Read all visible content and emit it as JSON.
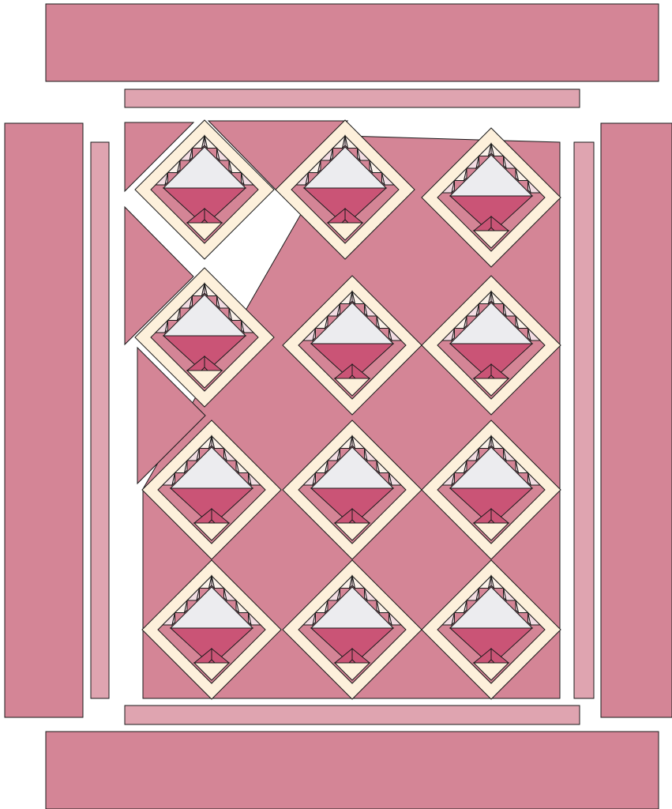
{
  "diagram": {
    "kind": "quilt-layout",
    "block_pattern": "basket-on-point",
    "grid": {
      "columns": 3,
      "rows": 4
    },
    "blocks": [
      {
        "row": 1,
        "col": 1,
        "shifted": true
      },
      {
        "row": 1,
        "col": 2,
        "shifted": true
      },
      {
        "row": 1,
        "col": 3,
        "shifted": false
      },
      {
        "row": 2,
        "col": 1,
        "shifted": true
      },
      {
        "row": 2,
        "col": 2,
        "shifted": false
      },
      {
        "row": 2,
        "col": 3,
        "shifted": false
      },
      {
        "row": 3,
        "col": 1,
        "shifted": false
      },
      {
        "row": 3,
        "col": 2,
        "shifted": false
      },
      {
        "row": 3,
        "col": 3,
        "shifted": false
      },
      {
        "row": 4,
        "col": 1,
        "shifted": false
      },
      {
        "row": 4,
        "col": 2,
        "shifted": false
      },
      {
        "row": 4,
        "col": 3,
        "shifted": false
      }
    ],
    "borders": [
      "outer-top",
      "inner-top",
      "outer-left",
      "inner-left",
      "inner-right",
      "outer-right",
      "inner-bottom",
      "outer-bottom"
    ]
  },
  "colors": {
    "background_fabric": "#d48596",
    "inner_border": "#dfa4b0",
    "basket": "#ca5476",
    "frame": "#fdf0db",
    "top_triangle": "#ececef",
    "teeth_light": "#f3dde3",
    "teeth_pale": "#fbf2ea",
    "outline": "#1a1a1a",
    "page": "#ffffff"
  }
}
